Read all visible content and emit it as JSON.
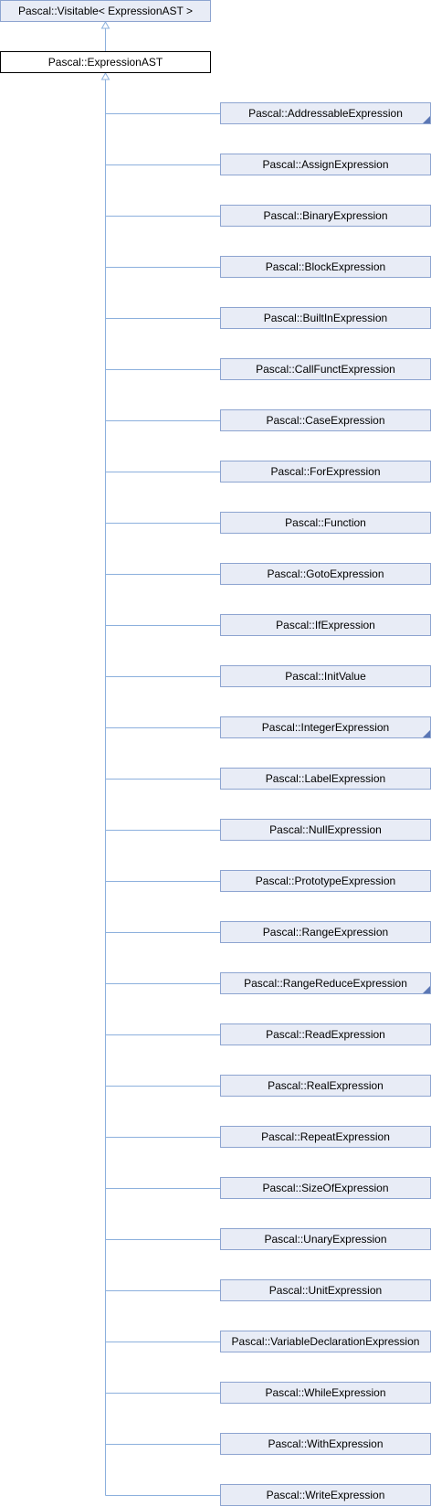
{
  "base_class": {
    "label": "Pascal::Visitable< ExpressionAST >"
  },
  "current_class": {
    "label": "Pascal::ExpressionAST"
  },
  "colors": {
    "node_fill": "#e8ecf6",
    "node_border": "#8da4d0",
    "current_border": "#000000",
    "edge": "#8cb0dd",
    "more_marker": "#5a76b4"
  },
  "derived_classes": [
    {
      "label": "Pascal::AddressableExpression",
      "has_more": true
    },
    {
      "label": "Pascal::AssignExpression",
      "has_more": false
    },
    {
      "label": "Pascal::BinaryExpression",
      "has_more": false
    },
    {
      "label": "Pascal::BlockExpression",
      "has_more": false
    },
    {
      "label": "Pascal::BuiltInExpression",
      "has_more": false
    },
    {
      "label": "Pascal::CallFunctExpression",
      "has_more": false
    },
    {
      "label": "Pascal::CaseExpression",
      "has_more": false
    },
    {
      "label": "Pascal::ForExpression",
      "has_more": false
    },
    {
      "label": "Pascal::Function",
      "has_more": false
    },
    {
      "label": "Pascal::GotoExpression",
      "has_more": false
    },
    {
      "label": "Pascal::IfExpression",
      "has_more": false
    },
    {
      "label": "Pascal::InitValue",
      "has_more": false
    },
    {
      "label": "Pascal::IntegerExpression",
      "has_more": true
    },
    {
      "label": "Pascal::LabelExpression",
      "has_more": false
    },
    {
      "label": "Pascal::NullExpression",
      "has_more": false
    },
    {
      "label": "Pascal::PrototypeExpression",
      "has_more": false
    },
    {
      "label": "Pascal::RangeExpression",
      "has_more": false
    },
    {
      "label": "Pascal::RangeReduceExpression",
      "has_more": true
    },
    {
      "label": "Pascal::ReadExpression",
      "has_more": false
    },
    {
      "label": "Pascal::RealExpression",
      "has_more": false
    },
    {
      "label": "Pascal::RepeatExpression",
      "has_more": false
    },
    {
      "label": "Pascal::SizeOfExpression",
      "has_more": false
    },
    {
      "label": "Pascal::UnaryExpression",
      "has_more": false
    },
    {
      "label": "Pascal::UnitExpression",
      "has_more": false
    },
    {
      "label": "Pascal::VariableDeclarationExpression",
      "has_more": false
    },
    {
      "label": "Pascal::WhileExpression",
      "has_more": false
    },
    {
      "label": "Pascal::WithExpression",
      "has_more": false
    },
    {
      "label": "Pascal::WriteExpression",
      "has_more": false
    }
  ]
}
